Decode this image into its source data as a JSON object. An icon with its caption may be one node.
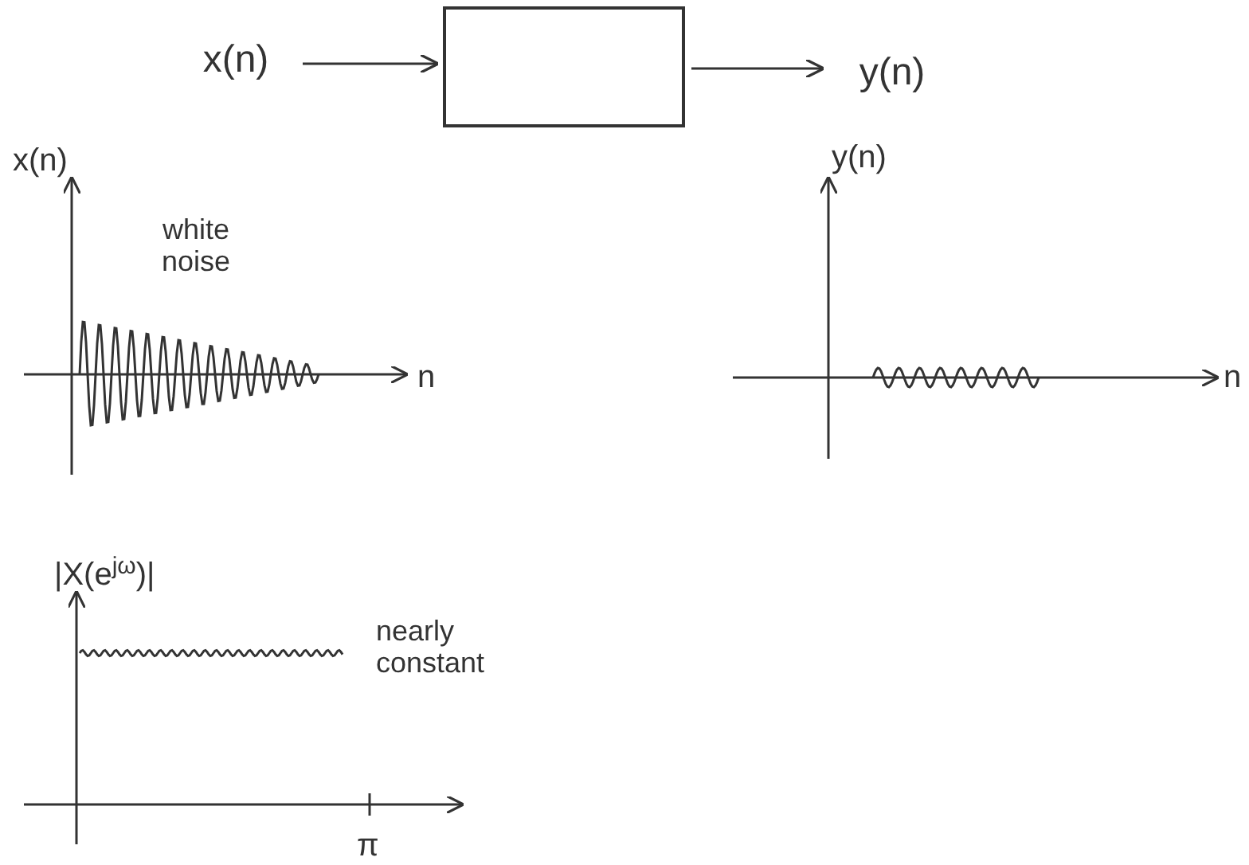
{
  "diagram": {
    "nodes": [
      {
        "text": [
          "x(n)"
        ]
      },
      {
        "text": [],
        "shape": "box"
      },
      {
        "text": [
          "y(n)"
        ]
      }
    ],
    "edges": [
      {
        "from": 0,
        "to": 1,
        "arrow": "to"
      },
      {
        "from": 1,
        "to": 2,
        "arrow": "to"
      }
    ],
    "labels": [
      "x(n)",
      "white noise",
      "n",
      "y(n)",
      "n",
      "|X(e$^{jω}$)|",
      "nearly constant",
      "π"
    ]
  }
}
